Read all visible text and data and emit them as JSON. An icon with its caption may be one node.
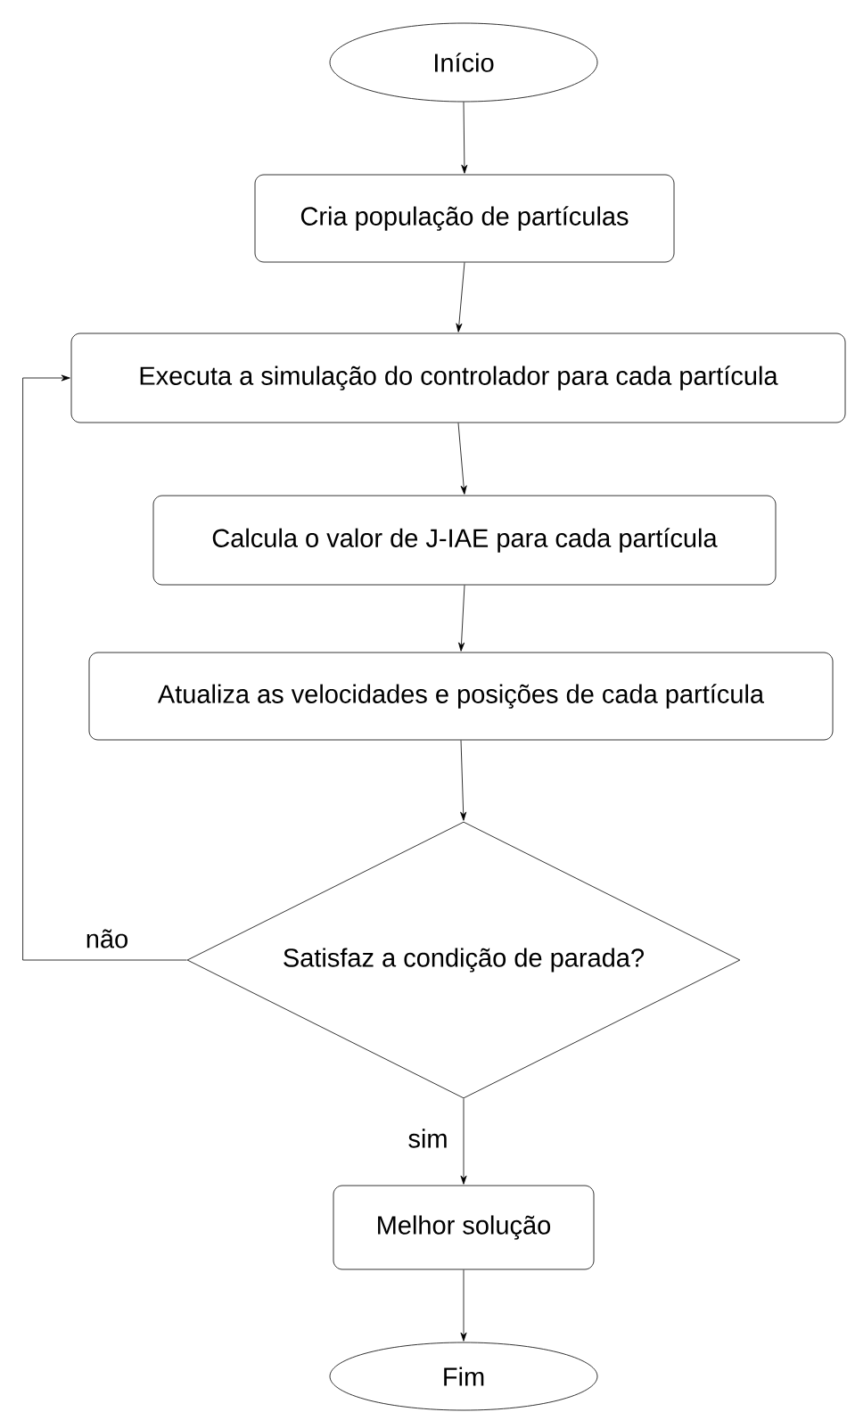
{
  "diagram": {
    "nodes": [
      {
        "text": [
          "Início"
        ]
      },
      {
        "text": [
          "Cria população de partículas"
        ]
      },
      {
        "text": [
          "Executa a simulação do controlador para cada partícula"
        ]
      },
      {
        "text": [
          "Calcula o valor de J-IAE para cada partícula"
        ]
      },
      {
        "text": [
          "Atualiza as velocidades e posições de cada partícula"
        ]
      },
      {
        "text": [
          "Satisfaz a condição de parada?"
        ]
      },
      {
        "text": [
          "Melhor solução"
        ]
      },
      {
        "text": [
          "Fim"
        ]
      }
    ],
    "edges": [
      {
        "from": 0,
        "to": 1,
        "arrow": "to"
      },
      {
        "from": 1,
        "to": 2,
        "arrow": "to"
      },
      {
        "from": 2,
        "to": 3,
        "arrow": "to"
      },
      {
        "from": 3,
        "to": 4,
        "arrow": "to"
      },
      {
        "from": 4,
        "to": 5,
        "arrow": "to"
      },
      {
        "from": 5,
        "to": 2,
        "arrow": "to",
        "label": "não"
      },
      {
        "from": 5,
        "to": 6,
        "arrow": "to",
        "label": "sim"
      },
      {
        "from": 6,
        "to": 7,
        "arrow": "to"
      }
    ]
  }
}
